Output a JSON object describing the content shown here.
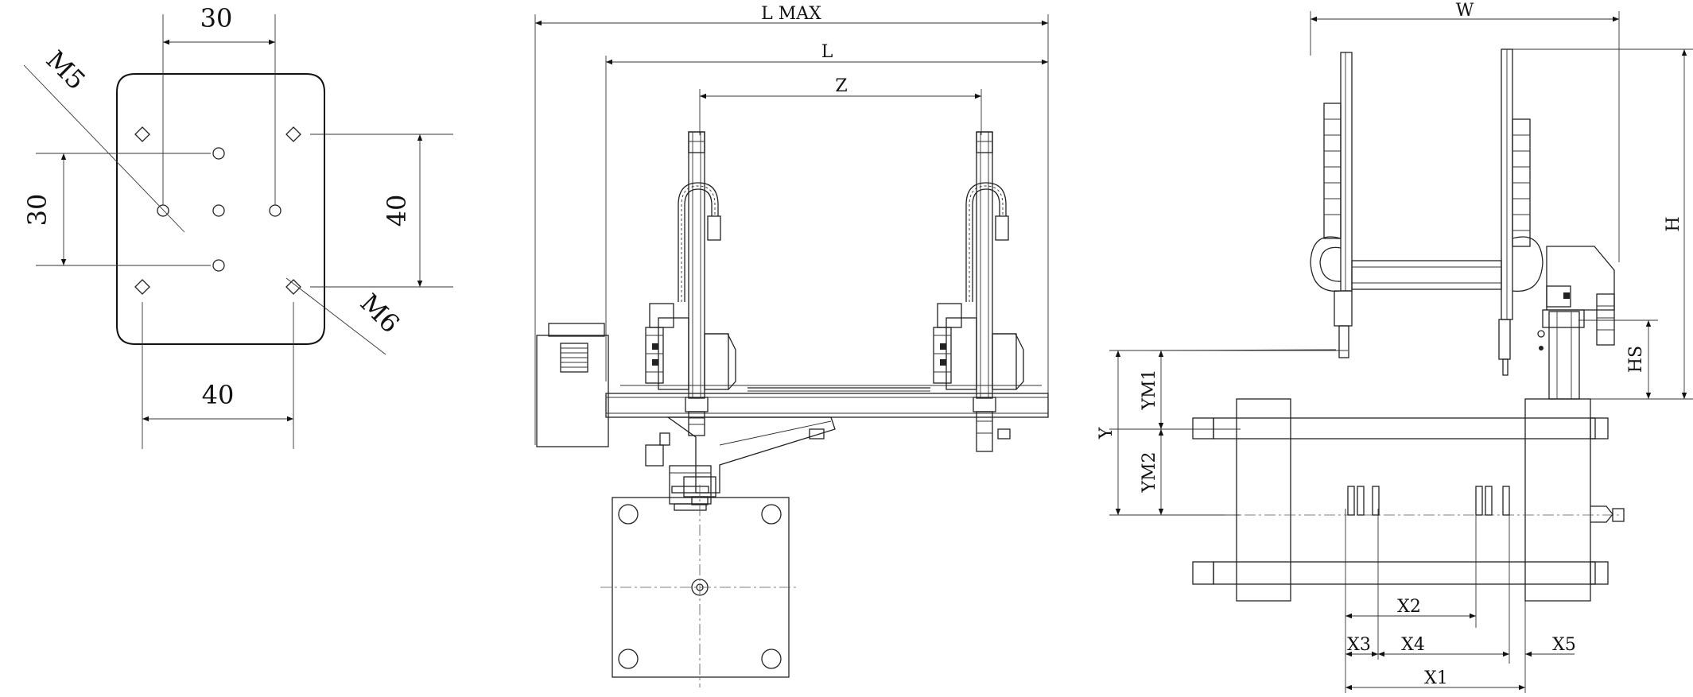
{
  "flange_plate": {
    "dim_top": "30",
    "dim_left": "30",
    "dim_right": "40",
    "dim_bottom": "40",
    "thread_small": "M5",
    "thread_large": "M6"
  },
  "front_view": {
    "dim_l_max": "L  MAX",
    "dim_l": "L",
    "dim_z": "Z"
  },
  "side_view": {
    "dim_w": "W",
    "dim_h": "H",
    "dim_hs": "HS",
    "dim_y": "Y",
    "dim_ym1": "YM1",
    "dim_ym2": "YM2",
    "dim_x1": "X1",
    "dim_x2": "X2",
    "dim_x3": "X3",
    "dim_x4": "X4",
    "dim_x5": "X5"
  }
}
